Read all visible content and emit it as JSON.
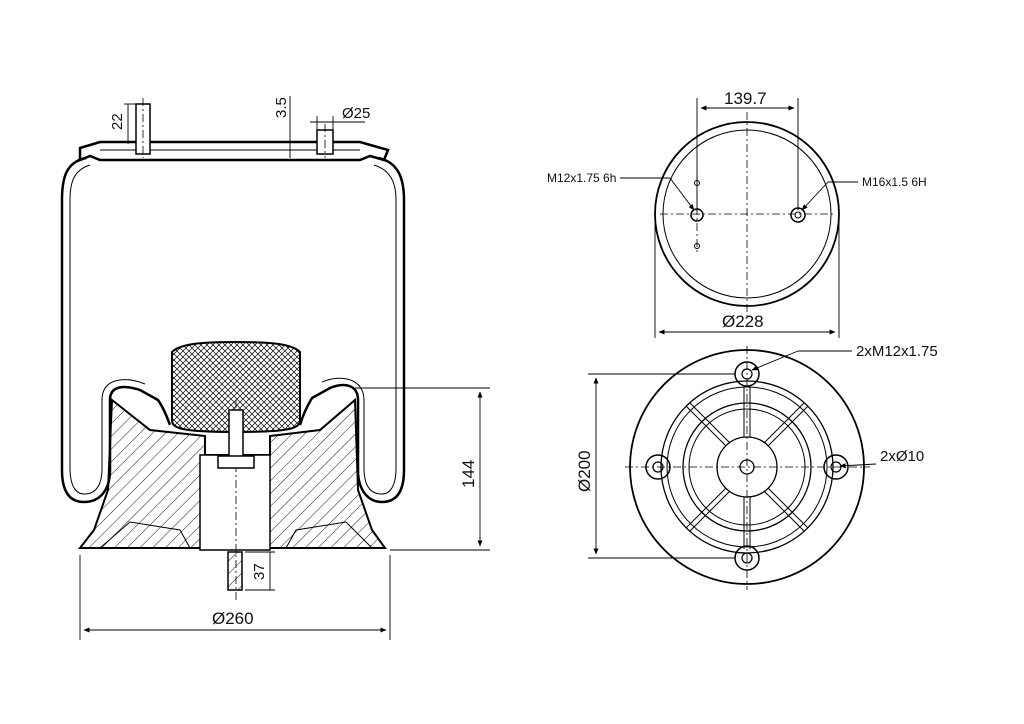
{
  "drawing": {
    "side_view": {
      "dim_stud_height": "22",
      "dim_plate_offset": "3.5",
      "dim_fitting_dia": "Ø25",
      "dim_height": "144",
      "dim_stud_length": "37",
      "dim_base_dia": "Ø260"
    },
    "top_view": {
      "dim_hole_spacing": "139.7",
      "dim_plate_dia": "Ø228",
      "label_stud_thread": "M12x1.75 6h",
      "label_air_thread": "M16x1.5 6H"
    },
    "bottom_view": {
      "label_threads": "2xM12x1.75",
      "label_holes": "2xØ10",
      "dim_base_dia": "Ø200"
    }
  }
}
